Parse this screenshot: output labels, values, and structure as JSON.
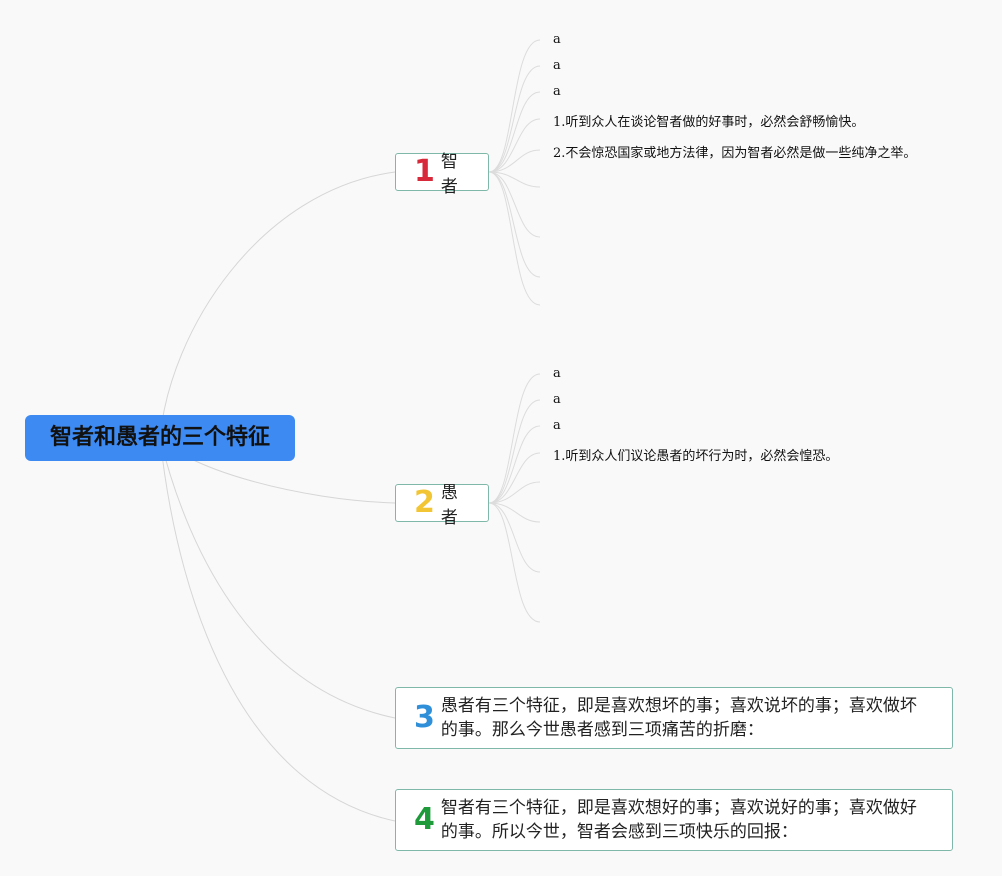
{
  "root": {
    "title": "智者和愚者的三个特征",
    "color": "#3d8bf2"
  },
  "topics": [
    {
      "number": "1",
      "number_color": "#d8293a",
      "label": "智者",
      "leaves": [
        "a",
        "a",
        "a",
        "1.听到众人在谈论智者做的好事时，必然会舒畅愉快。",
        "2.不会惊恐国家或地方法律，因为智者必然是做一些纯净之举。"
      ]
    },
    {
      "number": "2",
      "number_color": "#f2c535",
      "label": "愚者",
      "leaves": [
        "a",
        "a",
        "a",
        "1.听到众人们议论愚者的坏行为时，必然会惶恐。"
      ]
    },
    {
      "number": "3",
      "number_color": "#2f8fd8",
      "label": "愚者有三个特征，即是喜欢想坏的事；喜欢说坏的事；喜欢做坏的事。那么今世愚者感到三项痛苦的折磨："
    },
    {
      "number": "4",
      "number_color": "#1e9a3a",
      "label": "智者有三个特征，即是喜欢想好的事；喜欢说好的事；喜欢做好的事。所以今世，智者会感到三项快乐的回报："
    }
  ]
}
